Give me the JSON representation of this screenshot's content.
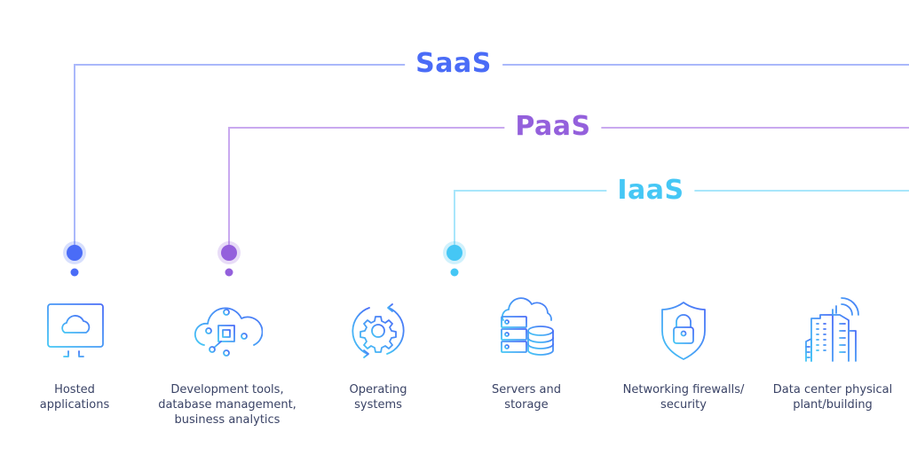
{
  "colors": {
    "saas": "#4a6cf7",
    "paas": "#9460dc",
    "iaas": "#45c7f5",
    "caption_text": "#3a4366"
  },
  "tiers": [
    {
      "id": "saas",
      "label": "SaaS"
    },
    {
      "id": "paas",
      "label": "PaaS"
    },
    {
      "id": "iaas",
      "label": "IaaS"
    }
  ],
  "items": [
    {
      "icon": "monitor-cloud-icon",
      "caption_line1": "Hosted",
      "caption_line2": "applications",
      "caption_line3": ""
    },
    {
      "icon": "cloud-chip-icon",
      "caption_line1": "Development tools,",
      "caption_line2": "database management,",
      "caption_line3": "business analytics"
    },
    {
      "icon": "gear-cycle-icon",
      "caption_line1": "Operating",
      "caption_line2": "systems",
      "caption_line3": ""
    },
    {
      "icon": "server-database-icon",
      "caption_line1": "Servers and",
      "caption_line2": "storage",
      "caption_line3": ""
    },
    {
      "icon": "shield-lock-icon",
      "caption_line1": "Networking firewalls/",
      "caption_line2": "security",
      "caption_line3": ""
    },
    {
      "icon": "building-signal-icon",
      "caption_line1": "Data center physical",
      "caption_line2": "plant/building",
      "caption_line3": ""
    }
  ]
}
